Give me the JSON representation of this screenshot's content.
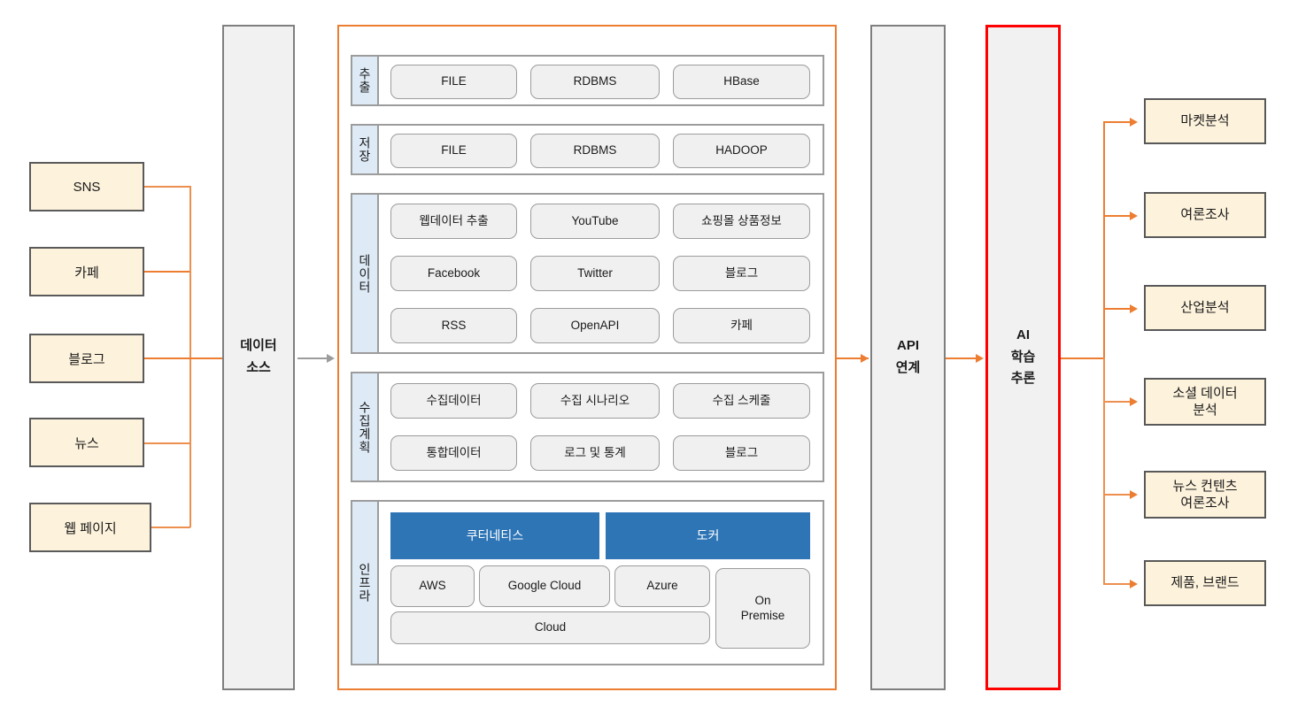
{
  "sources": {
    "items": [
      {
        "label": "SNS"
      },
      {
        "label": "카페"
      },
      {
        "label": "블로그"
      },
      {
        "label": "뉴스"
      },
      {
        "label": "웹 페이지"
      }
    ]
  },
  "data_source": {
    "line1": "데이터",
    "line2": "소스"
  },
  "platform": {
    "sections": [
      {
        "label": "추출",
        "rows": [
          [
            {
              "label": "FILE"
            },
            {
              "label": "RDBMS"
            },
            {
              "label": "HBase",
              "spell": true
            }
          ]
        ]
      },
      {
        "label": "저장",
        "rows": [
          [
            {
              "label": "FILE"
            },
            {
              "label": "RDBMS"
            },
            {
              "label": "HADOOP"
            }
          ]
        ]
      },
      {
        "label": "데이터",
        "rows": [
          [
            {
              "label": "웹데이터 추출",
              "spell": true
            },
            {
              "label": "YouTube"
            },
            {
              "label": "쇼핑몰 상품정보"
            }
          ],
          [
            {
              "label": "Facebook"
            },
            {
              "label": "Twitter"
            },
            {
              "label": "블로그"
            }
          ],
          [
            {
              "label": "RSS"
            },
            {
              "label": "OpenAPI",
              "spell": true
            },
            {
              "label": "카페"
            }
          ]
        ]
      },
      {
        "label": "수집계획",
        "rows": [
          [
            {
              "label": "수집데이터",
              "spell": true
            },
            {
              "label": "수집 시나리오"
            },
            {
              "label": "수집 스케줄"
            }
          ],
          [
            {
              "label": "통합데이터",
              "spell": true
            },
            {
              "label": "로그 및 통계"
            },
            {
              "label": "블로그"
            }
          ]
        ]
      },
      {
        "label": "인프라",
        "containers": [
          {
            "label": "쿠터네티스"
          },
          {
            "label": "도커"
          }
        ],
        "clouds": [
          {
            "label": "AWS"
          },
          {
            "label": "Google Cloud"
          },
          {
            "label": "Azure"
          }
        ],
        "cloud_bar": {
          "label": "Cloud"
        },
        "on_premise": {
          "label": "On\nPremise",
          "line1": "On",
          "line2": "Premise"
        }
      }
    ]
  },
  "api_link": {
    "line1": "API",
    "line2": "연계"
  },
  "ai_engine": {
    "line1": "AI",
    "line2": "학습",
    "line3": "추론"
  },
  "outputs": {
    "items": [
      {
        "line1": "마켓분석",
        "line2": ""
      },
      {
        "line1": "여론조사",
        "line2": ""
      },
      {
        "line1": "산업분석",
        "line2": ""
      },
      {
        "line1": "소셜 데이터",
        "line2": "분석"
      },
      {
        "line1": "뉴스 컨텐츠",
        "line2": "여론조사"
      },
      {
        "line1": "제품, 브랜드",
        "line2": ""
      }
    ]
  },
  "colors": {
    "accent_orange": "#ED7D31",
    "connector_orange": "#ED8F4E",
    "source_fill": "#FDF2DC",
    "pillar_fill": "#F1F1F1",
    "band_label_fill": "#DEEAF6",
    "chip_fill": "#F0F0F0",
    "container_blue": "#2E75B6",
    "ai_border_red": "#FF0000",
    "grey_border": "#7F7F7F"
  }
}
